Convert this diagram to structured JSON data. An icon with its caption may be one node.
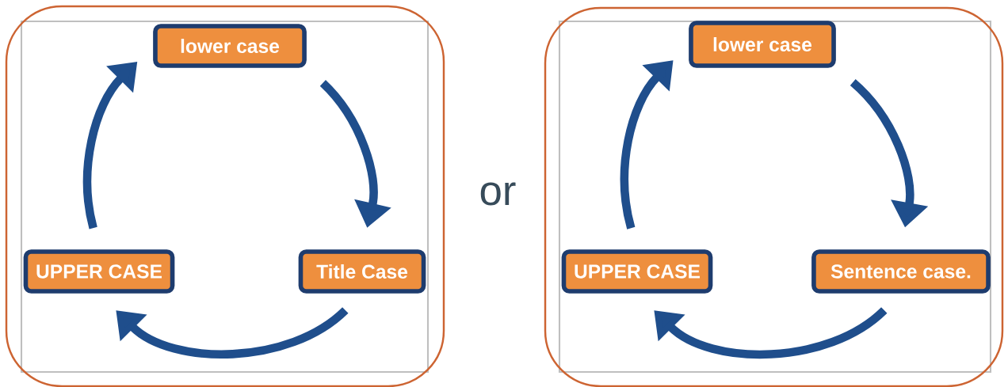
{
  "diagram": {
    "nodes": [
      {
        "text": [],
        "shape": "box"
      },
      {
        "text": [
          "lower case"
        ],
        "in": 0
      },
      {
        "text": [
          "Title Case"
        ],
        "in": 0
      },
      {
        "text": [
          "UPPER CASE"
        ],
        "in": 0
      },
      {
        "text": [],
        "shape": "box"
      },
      {
        "text": [
          "lower case"
        ],
        "in": 4
      },
      {
        "text": [
          "Sentence case."
        ],
        "in": 4
      },
      {
        "text": [
          "UPPER CASE"
        ],
        "in": 4
      }
    ],
    "edges": [
      {
        "from": 1,
        "to": 2,
        "arrow": "to"
      },
      {
        "from": 2,
        "to": 3,
        "arrow": "to"
      },
      {
        "from": 3,
        "to": 1,
        "arrow": "to"
      },
      {
        "from": 5,
        "to": 6,
        "arrow": "to"
      },
      {
        "from": 6,
        "to": 7,
        "arrow": "to"
      },
      {
        "from": 7,
        "to": 5,
        "arrow": "to"
      }
    ],
    "labels": [
      "or"
    ]
  }
}
